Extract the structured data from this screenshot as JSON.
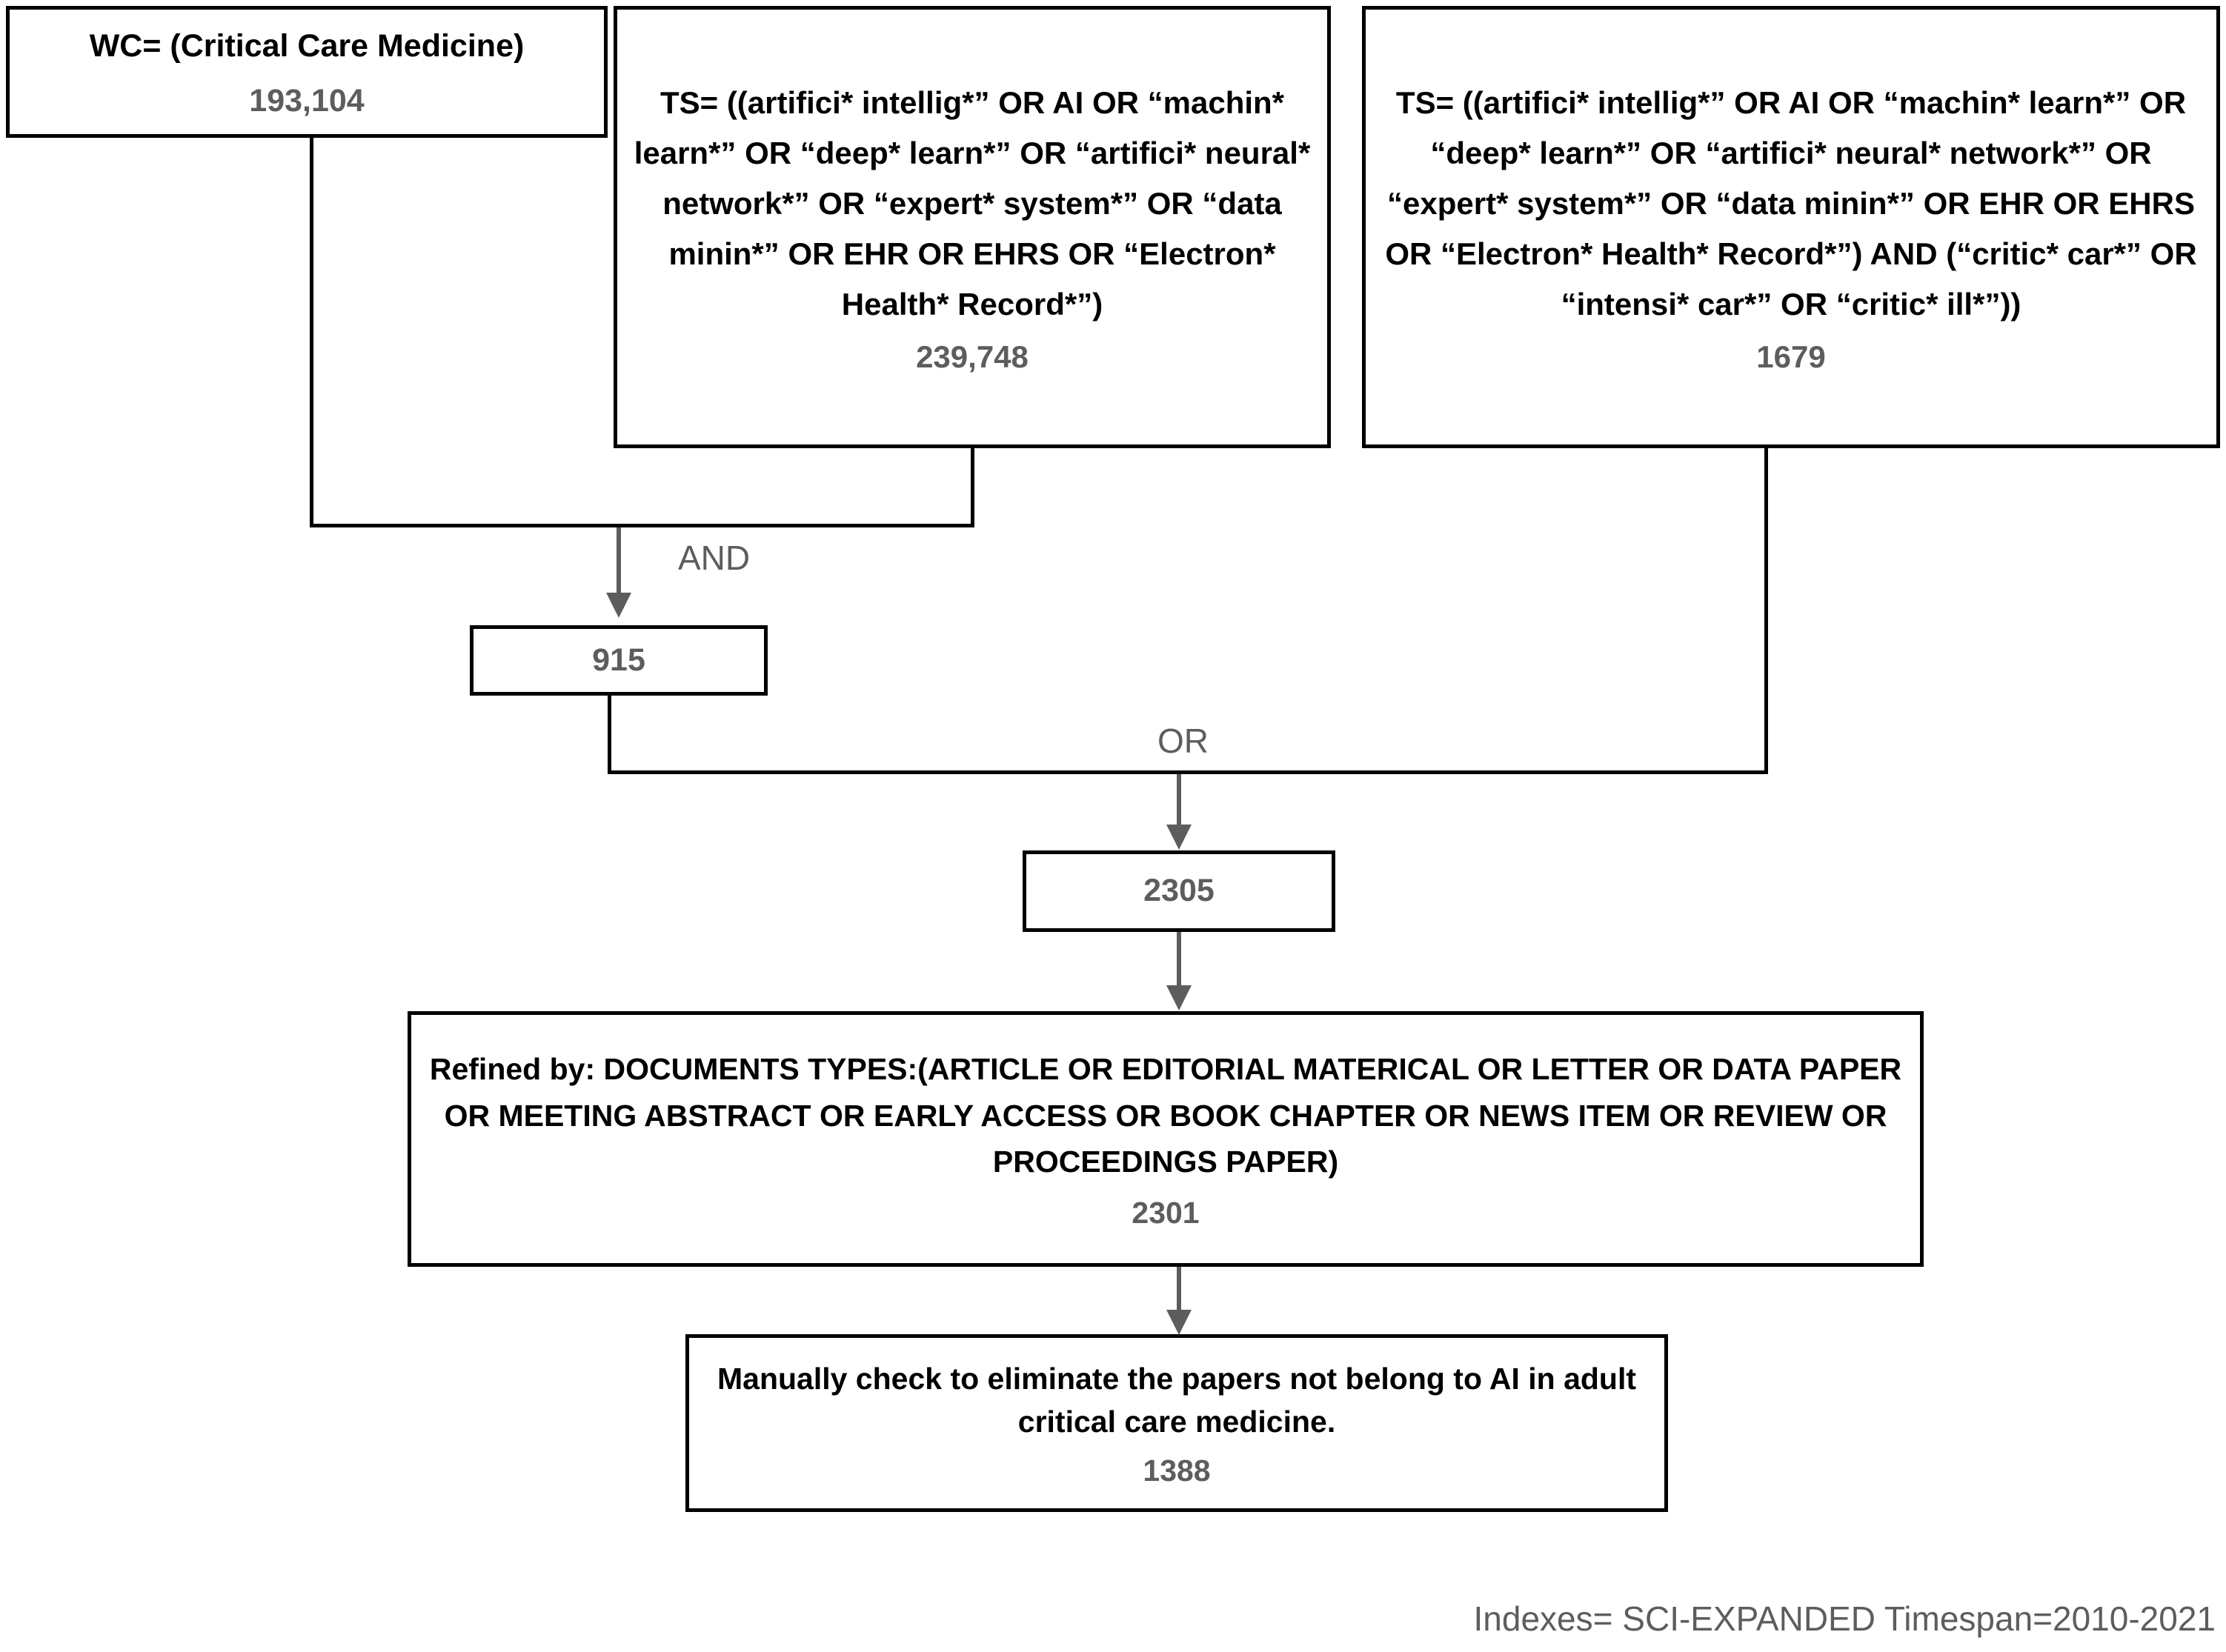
{
  "diagram": {
    "type": "search-strategy-flowchart",
    "nodes": [
      {
        "id": "wc",
        "query": "WC= (Critical Care Medicine)",
        "count": "193,104"
      },
      {
        "id": "ts_ai",
        "query": "TS= ((artifici* intellig*” OR AI OR “machin* learn*” OR “deep* learn*” OR “artifici* neural* network*” OR “expert* system*” OR “data minin*” OR EHR OR EHRS OR “Electron* Health* Record*”)",
        "count": "239,748"
      },
      {
        "id": "ts_cc",
        "query": "TS= ((artifici* intellig*” OR AI OR “machin* learn*” OR “deep* learn*” OR “artifici* neural* network*” OR “expert* system*” OR “data minin*” OR EHR OR EHRS OR “Electron* Health* Record*”) AND (“critic* car*” OR “intensi* car*” OR “critic* ill*”))",
        "count": "1679"
      },
      {
        "id": "and_result",
        "query": "",
        "count": "915"
      },
      {
        "id": "or_result",
        "query": "",
        "count": "2305"
      },
      {
        "id": "refined",
        "query": "Refined by: DOCUMENTS TYPES:(ARTICLE OR EDITORIAL MATERICAL OR LETTER OR DATA PAPER OR MEETING ABSTRACT OR EARLY ACCESS OR BOOK CHAPTER OR NEWS ITEM OR REVIEW OR PROCEEDINGS PAPER)",
        "count": "2301"
      },
      {
        "id": "manual",
        "query": "Manually check to eliminate the papers not belong to AI in adult critical care medicine.",
        "count": "1388"
      }
    ],
    "operators": {
      "and_label": "AND",
      "or_label": "OR"
    },
    "footer": "Indexes= SCI-EXPANDED Timespan=2010-2021",
    "colors": {
      "border": "#000000",
      "query_text": "#000000",
      "count_text": "#5d5d5d",
      "connector": "#000000",
      "arrow": "#5d5d5d",
      "background": "#ffffff"
    }
  }
}
